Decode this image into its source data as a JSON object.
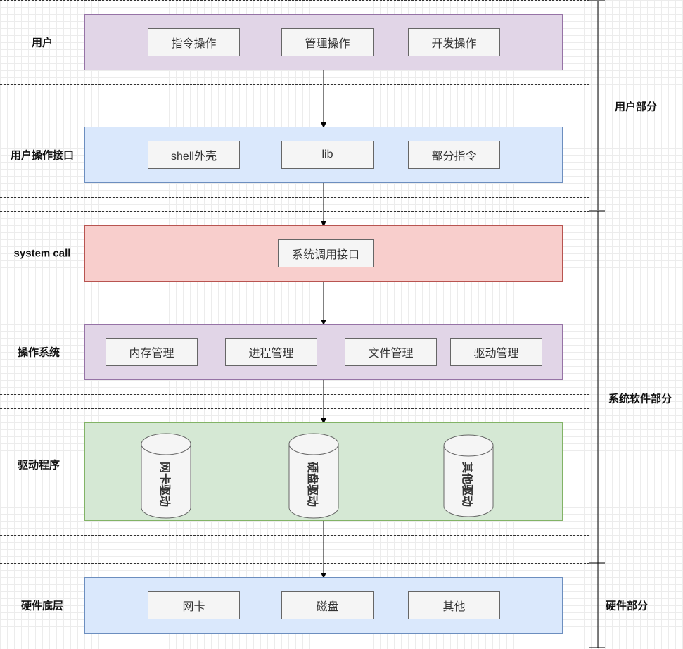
{
  "layers": {
    "user": {
      "label": "用户",
      "items": [
        "指令操作",
        "管理操作",
        "开发操作"
      ]
    },
    "interface": {
      "label": "用户操作接口",
      "items": [
        "shell外壳",
        "lib",
        "部分指令"
      ]
    },
    "syscall": {
      "label": "system call",
      "items": [
        "系统调用接口"
      ]
    },
    "os": {
      "label": "操作系统",
      "items": [
        "内存管理",
        "进程管理",
        "文件管理",
        "驱动管理"
      ]
    },
    "driver": {
      "label": "驱动程序",
      "items": [
        "网卡驱动",
        "硬盘驱动",
        "其他驱动"
      ]
    },
    "hardware": {
      "label": "硬件底层",
      "items": [
        "网卡",
        "磁盘",
        "其他"
      ]
    }
  },
  "sections": {
    "user_part": "用户部分",
    "system_part": "系统软件部分",
    "hardware_part": "硬件部分"
  },
  "colors": {
    "purple_fill": "#e1d5e7",
    "blue_fill": "#dae8fc",
    "red_fill": "#f8cecc",
    "green_fill": "#d5e8d4",
    "box_fill": "#f5f5f5"
  }
}
